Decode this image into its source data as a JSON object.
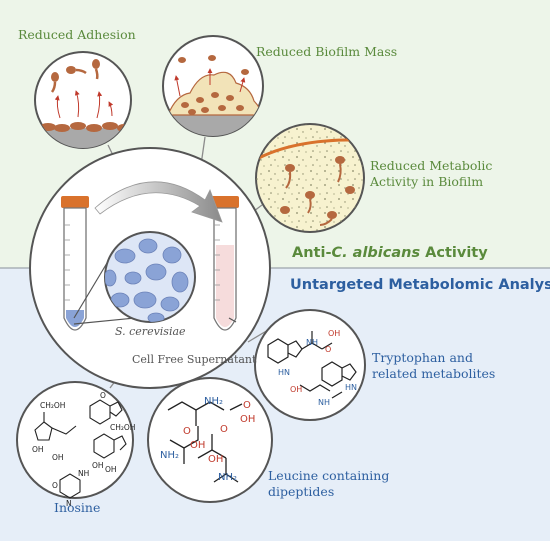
{
  "labels": {
    "reduced_adhesion": "Reduced Adhesion",
    "reduced_biofilm_mass": "Reduced Biofilm Mass",
    "reduced_metabolic_line1": "Reduced Metabolic",
    "reduced_metabolic_line2": "Activity in Biofilm",
    "anti_prefix": "Anti-",
    "anti_species": "C. albicans",
    "anti_suffix": " Activity",
    "untargeted": "Untargeted Metabolomic Analysis",
    "species": "S. cerevisiae",
    "supernatant": "Cell Free Supernatant",
    "tryptophan_line1": "Tryptophan and",
    "tryptophan_line2": "related metabolites",
    "leucine_line1": "Leucine containing",
    "leucine_line2": "dipeptides",
    "inosine": "Inosine"
  },
  "colors": {
    "top_panel": "#edf5e9",
    "bottom_panel": "#e6eef8",
    "green_text": "#5a8a3c",
    "blue_text": "#2d5fa0",
    "yeast": "#b5683f",
    "tube_cap": "#d9722c",
    "cells": "#8aa3d6"
  }
}
